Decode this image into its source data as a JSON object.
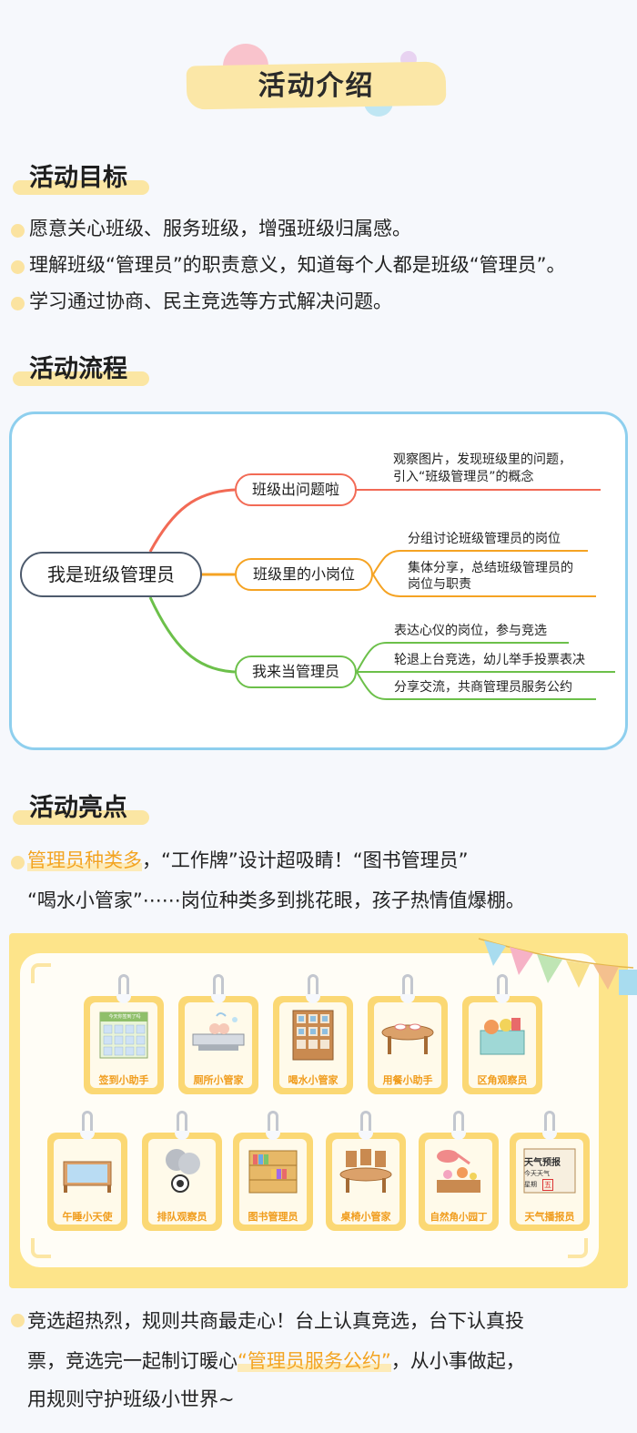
{
  "header": {
    "title": "活动介绍"
  },
  "goals": {
    "heading": "活动目标",
    "items": [
      "愿意关心班级、服务班级，增强班级归属感。",
      "理解班级“管理员”的职责意义，知道每个人都是班级“管理员”。",
      "学习通过协商、民主竞选等方式解决问题。"
    ]
  },
  "flow": {
    "heading": "活动流程",
    "root": "我是班级管理员",
    "branches": [
      {
        "label": "班级出问题啦",
        "color": "#f26a55",
        "leaves": [
          "观察图片，发现班级里的问题，",
          "引入“班级管理员”的概念"
        ]
      },
      {
        "label": "班级里的小岗位",
        "color": "#f5a323",
        "leaves": [
          "分组讨论班级管理员的岗位",
          "集体分享，总结班级管理员的",
          "岗位与职责"
        ]
      },
      {
        "label": "我来当管理员",
        "color": "#6cc04a",
        "leaves": [
          "表达心仪的岗位，参与竞选",
          "轮退上台竞选，幼儿举手投票表决",
          "分享交流，共商管理员服务公约"
        ]
      }
    ]
  },
  "highlights": {
    "heading": "活动亮点",
    "line1_highlight": "管理员种类多",
    "line1_rest": "，“工作牌”设计超吸睛！“图书管理员”",
    "line2": "“喝水小管家”⋯⋯岗位种类多到挑花眼，孩子热情值爆棚。"
  },
  "cards": {
    "row1": [
      "签到小助手",
      "厕所小管家",
      "喝水小管家",
      "用餐小助手",
      "区角观察员"
    ],
    "row2": [
      "午睡小天使",
      "排队观察员",
      "图书管理员",
      "桌椅小管家",
      "自然角小园丁",
      "天气播报员"
    ],
    "weather_text": [
      "天气预报",
      "今天天气",
      "星期",
      "五"
    ],
    "signin_text": "今天你签到了吗"
  },
  "closing": {
    "line1": "竞选超热烈，规则共商最走心！台上认真竞选，台下认真投",
    "line2_pre": "票，竞选完一起制订暖心",
    "line2_highlight": "“管理员服务公约”",
    "line2_post": "，从小事做起，",
    "line3": "用规则守护班级小世界~"
  },
  "colors": {
    "accent_yellow": "#fbe6a3",
    "orange": "#f3a422",
    "mindmap_border": "#8ecfee",
    "branch_red": "#f26a55",
    "branch_orange": "#f5a323",
    "branch_green": "#6cc04a"
  }
}
